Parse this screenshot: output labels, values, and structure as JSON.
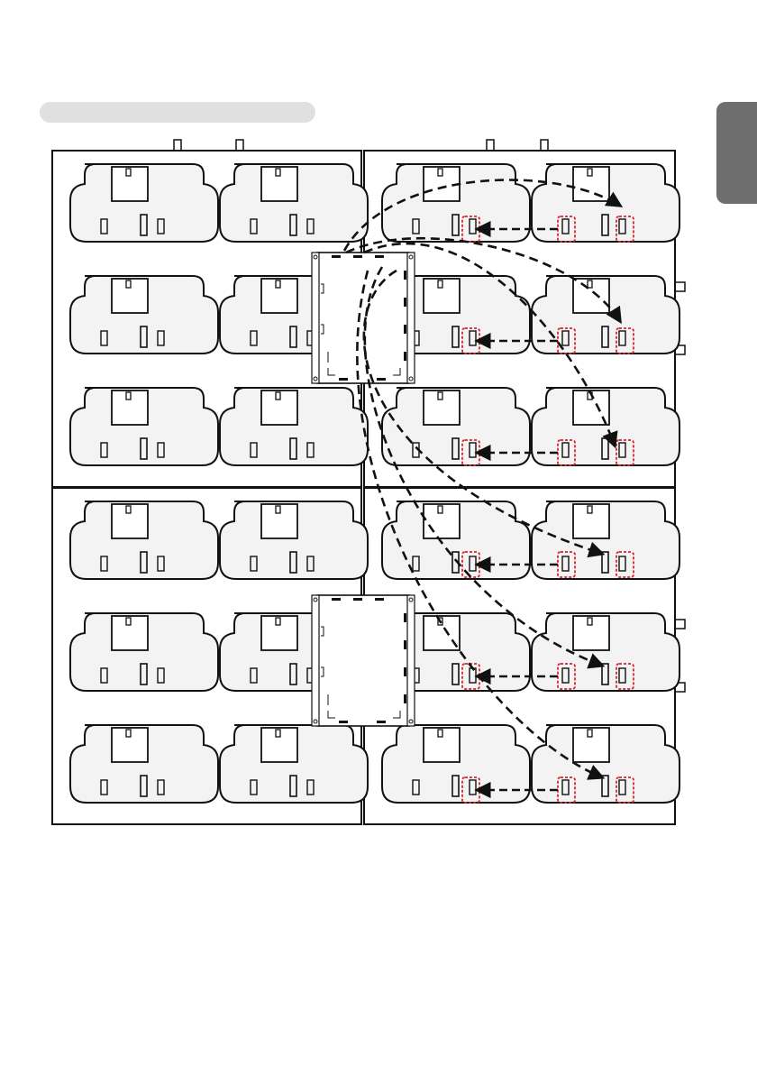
{
  "header": {
    "pill_text": "",
    "side_tab_text": ""
  },
  "diagram": {
    "panel_grid": {
      "rows": 6,
      "cols": 4
    },
    "line_color": "#111111",
    "highlight_color": "#d9232d",
    "panel_fill": "#f3f3f3",
    "wiring_arrows": 12,
    "controller_boxes": 2
  }
}
